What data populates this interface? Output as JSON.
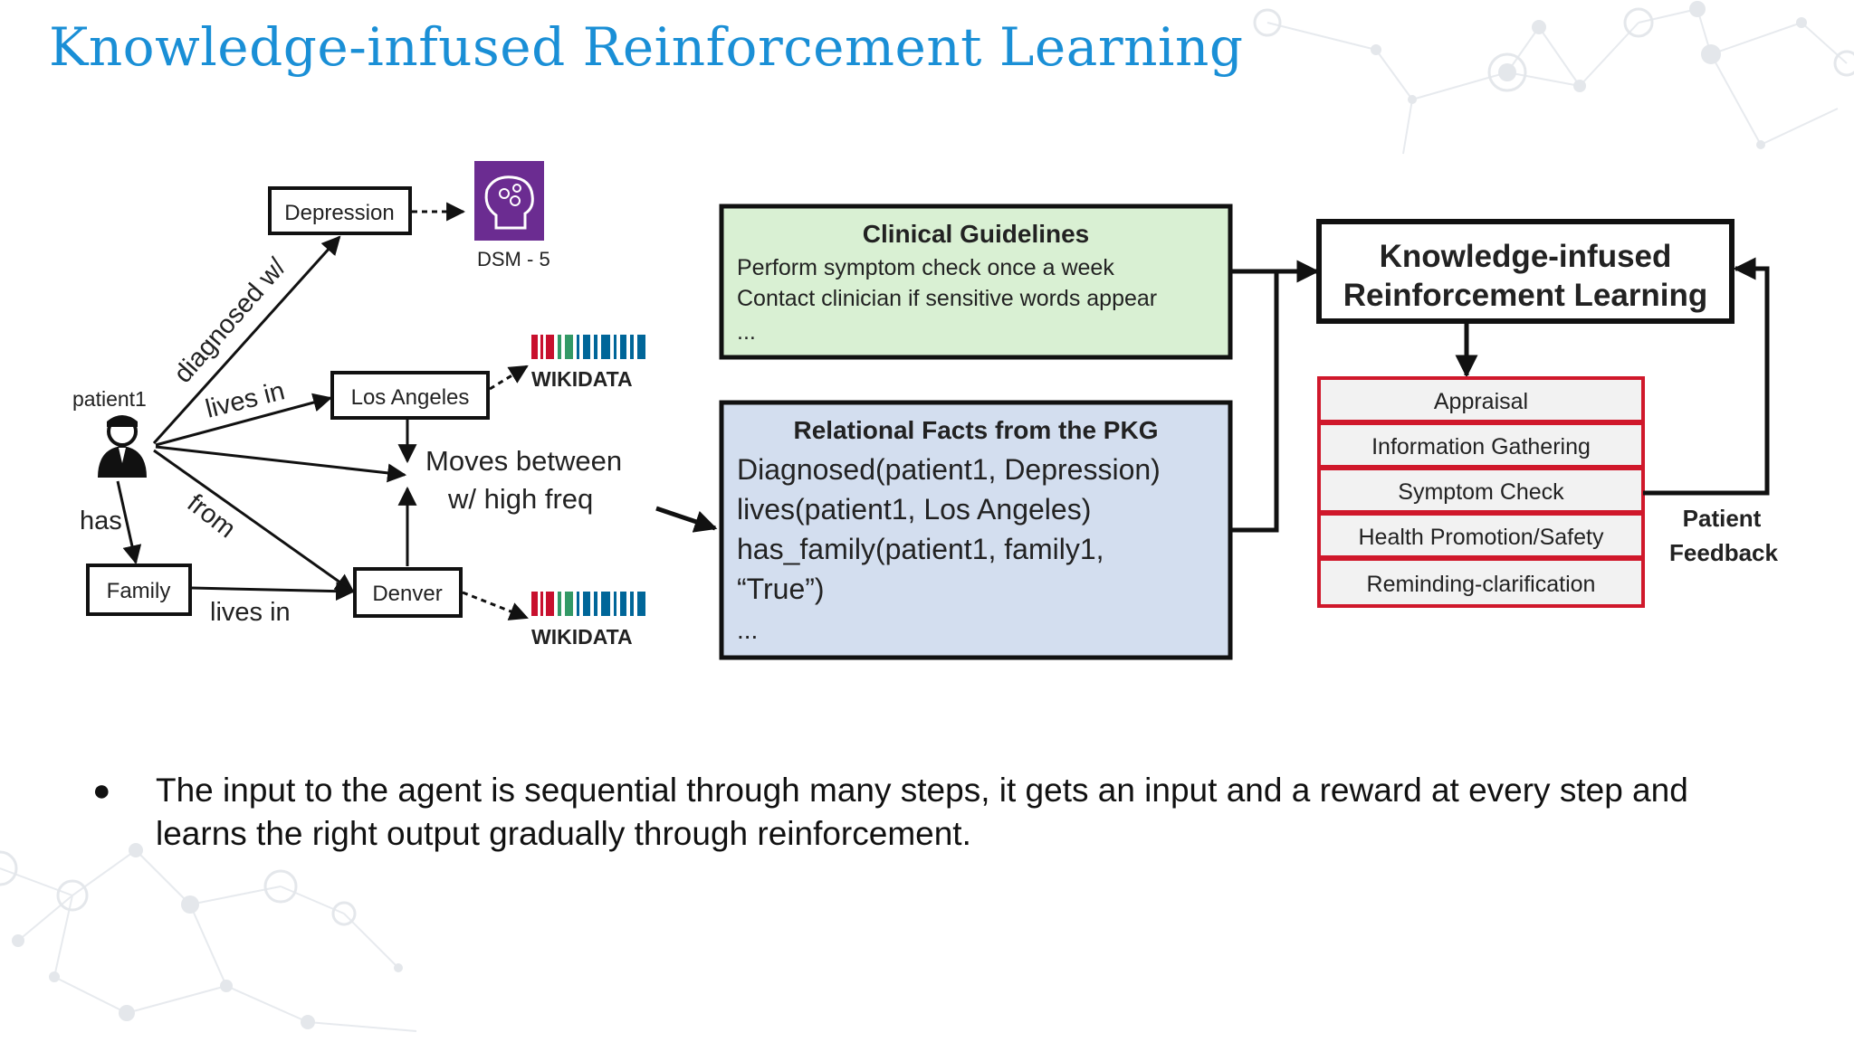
{
  "slide": {
    "title": "Knowledge-infused Reinforcement Learning"
  },
  "graph": {
    "patient_label": "patient1",
    "nodes": {
      "depression": "Depression",
      "los_angeles": "Los Angeles",
      "family": "Family",
      "denver": "Denver"
    },
    "edges": {
      "diagnosed_with": "diagnosed w/",
      "lives_in_la": "lives in",
      "has": "has",
      "from": "from",
      "lives_in_denver": "lives in"
    },
    "moves_between": [
      "Moves between",
      "w/ high freq"
    ],
    "dsm_label": "DSM - 5",
    "wikidata_label": "WIKIDATA"
  },
  "clinical_guidelines": {
    "title": "Clinical Guidelines",
    "lines": [
      "Perform symptom check once a week",
      "Contact clinician if sensitive words appear",
      "..."
    ]
  },
  "relational_facts": {
    "title": "Relational Facts from the PKG",
    "lines": [
      "Diagnosed(patient1, Depression)",
      "lives(patient1, Los Angeles)",
      "has_family(patient1, family1,",
      "“True”)",
      "..."
    ]
  },
  "kirl": {
    "title_lines": [
      "Knowledge-infused",
      "Reinforcement Learning"
    ],
    "steps": [
      "Appraisal",
      "Information Gathering",
      "Symptom Check",
      "Health Promotion/Safety",
      "Reminding-clarification"
    ],
    "feedback_lines": [
      "Patient",
      "Feedback"
    ]
  },
  "bullets": [
    "The input to the agent is sequential through many  steps, it gets an input and a reward at every step and learns the right output gradually through reinforcement."
  ],
  "colors": {
    "title": "#1a8fd6",
    "guidelines_fill": "#d9f0d3",
    "facts_fill": "#d3deef",
    "step_border": "#d0182b",
    "dsm_purple": "#6b2c91",
    "wiki_red": "#c8102e",
    "wiki_green": "#339966",
    "wiki_blue": "#006699"
  }
}
